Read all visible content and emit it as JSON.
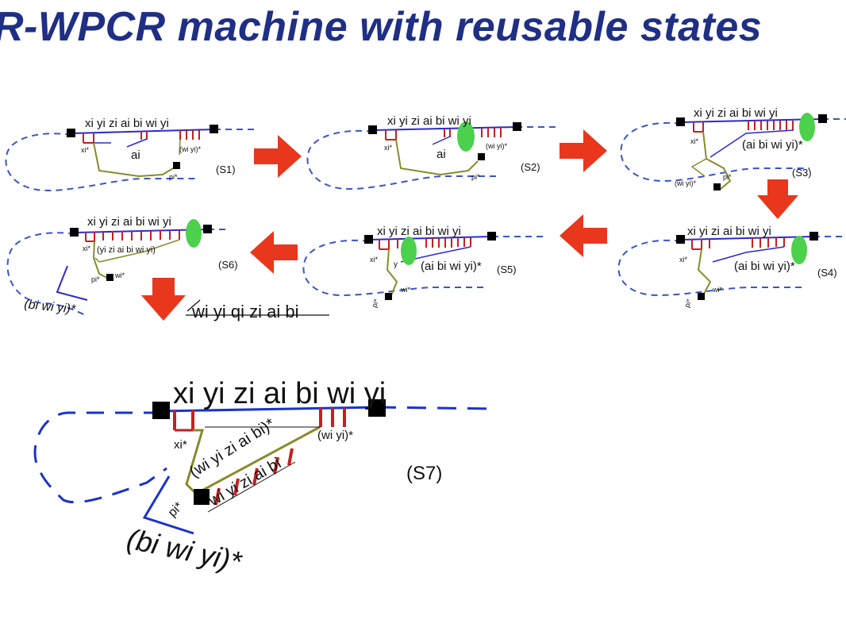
{
  "title": "R-WPCR machine with reusable states",
  "colors": {
    "title": "#1f2f86",
    "loop_dashed": "#3a55c8",
    "solid_blue": "#2a2ad0",
    "olive": "#8a8a2a",
    "red_ticks": "#c81e1e",
    "green_state": "#4bd14b",
    "arrow": "#e8371c"
  },
  "panels": [
    {
      "id": "S1",
      "label": "(S1)",
      "top_sequence": "xi yi zi ai bi wi yi",
      "below_labels": [
        "xi*",
        "ai",
        "(wi yi)*",
        "pi*"
      ]
    },
    {
      "id": "S2",
      "label": "(S2)",
      "top_sequence": "xi yi zi ai bi wi yi",
      "below_labels": [
        "xi*",
        "ai",
        "(wi yi)*",
        "pi*"
      ]
    },
    {
      "id": "S3",
      "label": "(S3)",
      "top_sequence": "xi yi zi ai bi wi yi",
      "below_labels": [
        "xi*",
        "(ai bi wi yi)*",
        "(wi yi)*",
        "pi*"
      ]
    },
    {
      "id": "S4",
      "label": "(S4)",
      "top_sequence": "xi yi zi ai bi wi yi",
      "below_labels": [
        "xi*",
        "(ai bi wi yi)*",
        "pi*",
        "wi*"
      ]
    },
    {
      "id": "S5",
      "label": "(S5)",
      "top_sequence": "xi yi zi ai bi wi yi",
      "below_labels": [
        "xi*",
        "y",
        "(ai bi wi yi)*",
        "pi*",
        "wi*"
      ]
    },
    {
      "id": "S6",
      "label": "(S6)",
      "top_sequence": "xi yi zi ai bi wi yi",
      "below_labels": [
        "xi*",
        "(yi zi ai bi wi yi)",
        "pi*",
        "wi*"
      ],
      "tail_label": "(bi wi yi)*"
    }
  ],
  "strikethrough_sequence": "wi yi qi zi ai bi",
  "s7": {
    "label": "(S7)",
    "top_sequence": "xi yi zi ai bi wi yi",
    "label_x_star": "xi*",
    "label_wy_star": "(wi yi)*",
    "label_wyzab_star": "(wi yi zi ai bi)*",
    "label_wyzab": "wi yi zi ai bi",
    "label_p_star": "pi*",
    "tail_label": "(bi wi yi)*"
  }
}
